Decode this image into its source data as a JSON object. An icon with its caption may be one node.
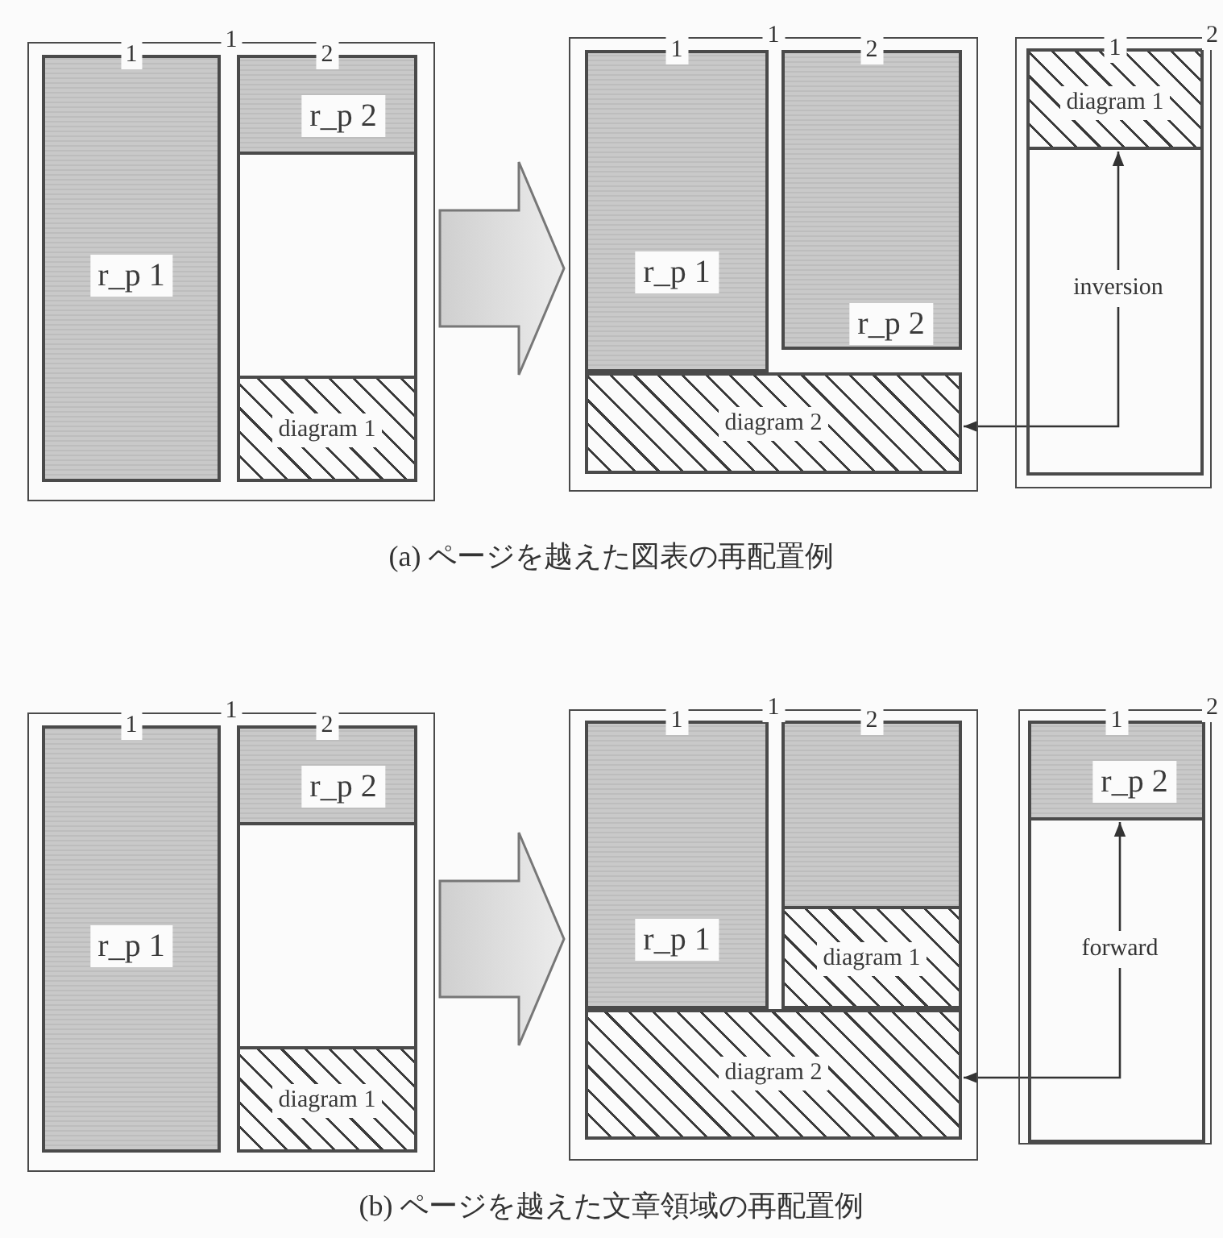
{
  "diagram": {
    "nodes": [
      {
        "text": [
          "1"
        ]
      },
      {
        "text": [
          "1",
          "r_p 1"
        ],
        "in": 0
      },
      {
        "text": [
          "2"
        ],
        "in": 0
      },
      {
        "text": [
          "r_p 2"
        ],
        "in": 2
      },
      {
        "text": [
          "diagram 1"
        ],
        "in": 2
      },
      {
        "text": [
          "1"
        ]
      },
      {
        "text": [
          "1",
          "r_p 1"
        ],
        "in": 5
      },
      {
        "text": [
          "2",
          "r_p 2"
        ],
        "in": 5
      },
      {
        "text": [
          "diagram 2"
        ],
        "in": 5
      },
      {
        "text": [
          "2"
        ]
      },
      {
        "text": [
          "1"
        ],
        "in": 9
      },
      {
        "text": [
          "diagram 1"
        ],
        "in": 10
      },
      {
        "text": [
          "1"
        ]
      },
      {
        "text": [
          "1",
          "r_p 1"
        ],
        "in": 12
      },
      {
        "text": [
          "2"
        ],
        "in": 12
      },
      {
        "text": [
          "r_p 2"
        ],
        "in": 14
      },
      {
        "text": [
          "diagram 1"
        ],
        "in": 14
      },
      {
        "text": [
          "1"
        ]
      },
      {
        "text": [
          "1",
          "r_p 1"
        ],
        "in": 17
      },
      {
        "text": [
          "2"
        ],
        "in": 17
      },
      {
        "text": [
          "diagram 1"
        ],
        "in": 19
      },
      {
        "text": [
          "diagram 2"
        ],
        "in": 17
      },
      {
        "text": [
          "2"
        ]
      },
      {
        "text": [
          "1"
        ],
        "in": 22
      },
      {
        "text": [
          "r_p 2"
        ],
        "in": 23
      }
    ],
    "edges": [
      {
        "from": 0,
        "to": 5,
        "arrow": "to",
        "style": "thick"
      },
      {
        "from": 11,
        "to": 8,
        "arrow": "both",
        "label": "inversion"
      },
      {
        "from": 12,
        "to": 17,
        "arrow": "to",
        "style": "thick"
      },
      {
        "from": 24,
        "to": 21,
        "arrow": "both",
        "label": "forward"
      }
    ],
    "labels": [
      "(a) ページを越えた図表の再配置例",
      "(b) ページを越えた文章領域の再配置例"
    ]
  }
}
